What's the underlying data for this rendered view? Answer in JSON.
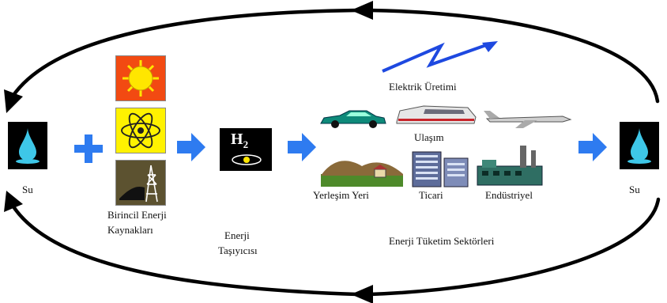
{
  "left_node": {
    "label": "Su",
    "icon": "water-drop-icon"
  },
  "right_node": {
    "label": "Su",
    "icon": "water-drop-icon"
  },
  "primary_sources": {
    "label_line1": "Birincil Enerji",
    "label_line2": "Kaynakları",
    "icons": [
      "sun-icon",
      "atom-icon",
      "oil-rig-icon"
    ]
  },
  "carrier": {
    "symbol": "H",
    "subscript": "2",
    "label_line1": "Enerji",
    "label_line2": "Taşıyıcısı"
  },
  "sectors": {
    "electricity": "Elektrik Üretimi",
    "transport": "Ulaşım",
    "residential": "Yerleşim Yeri",
    "commercial": "Ticari",
    "industrial": "Endüstriyel",
    "caption": "Enerji Tüketim Sektörleri"
  },
  "colors": {
    "arrow_blue": "#2E7BF0",
    "cycle_black": "#000000",
    "tile_black": "#000000",
    "water_cyan": "#3EC7E8",
    "sun_bg": "#F24A12",
    "sun_yellow": "#FFE600",
    "atom_bg": "#FFF200",
    "lightning_blue": "#1E49E0"
  }
}
